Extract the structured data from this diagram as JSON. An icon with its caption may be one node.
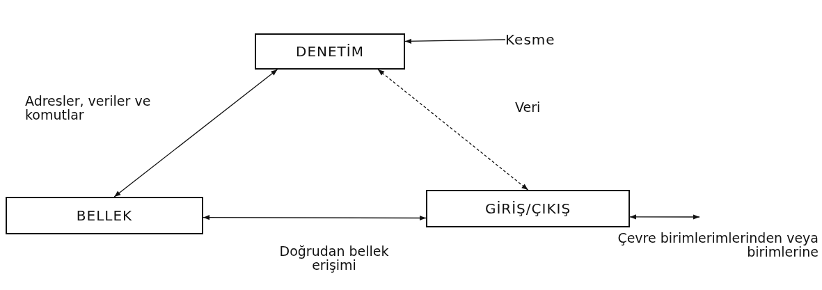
{
  "diagram": {
    "nodes": [
      {
        "text": [
          "DENETİM"
        ]
      },
      {
        "text": [
          "BELLEK"
        ]
      },
      {
        "text": [
          "GİRİŞ/ÇIKIŞ"
        ]
      },
      {
        "text": [
          "Kesme"
        ]
      }
    ],
    "edges": [
      {
        "from": 3,
        "to": 0,
        "arrow": "to"
      },
      {
        "from": 0,
        "to": 1,
        "arrow": "both",
        "label": "Adresler, veriler ve komutlar"
      },
      {
        "from": 0,
        "to": 2,
        "arrow": "both",
        "label": "Veri",
        "style": "dashed"
      },
      {
        "from": 1,
        "to": 2,
        "arrow": "both",
        "label": "Doğrudan bellek erişimi"
      },
      {
        "from": 2,
        "to": null,
        "arrow": "both",
        "label": "Çevre birimlerimlerinden veya birimlerine"
      }
    ]
  }
}
